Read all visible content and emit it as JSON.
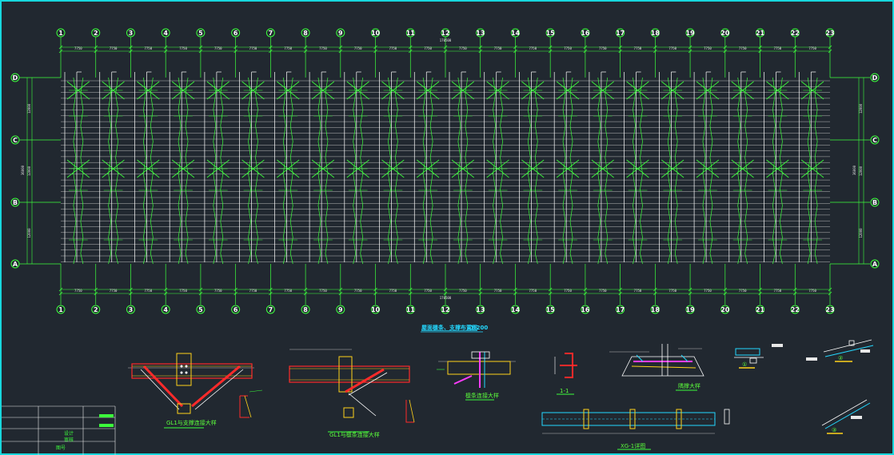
{
  "drawing": {
    "grid_columns": [
      "1",
      "2",
      "3",
      "4",
      "5",
      "6",
      "7",
      "8",
      "9",
      "10",
      "11",
      "12",
      "13",
      "14",
      "15",
      "16",
      "17",
      "18",
      "19",
      "20",
      "21",
      "22",
      "23"
    ],
    "grid_rows": [
      "D",
      "C",
      "B",
      "A"
    ],
    "bay_dimension": "7750",
    "total_length": "170500",
    "row_dimensions": [
      "12000",
      "12000",
      "12000"
    ],
    "total_width": "36000",
    "plan_title": "屋面檩条、支撑布置图",
    "plan_scale": "1:200",
    "detail_captions": [
      "GL1与支撑连接大样",
      "GL1与檩条连接大样",
      "檩条连接大样",
      "1-1",
      "隅撑大样",
      "①",
      "②",
      "XG-1详图",
      "③"
    ],
    "title_block": [
      "设计",
      "审核",
      "图号"
    ],
    "colors": {
      "background": "#212830",
      "frame": "#17d7dd",
      "grid": "#3cff3c",
      "member": "#ffffff",
      "purlin": "#b9b9b9",
      "detail_red": "#ff2a2a",
      "detail_yellow": "#ffd21a",
      "detail_magenta": "#ff3cff",
      "detail_cyan": "#24d8ff",
      "title_text": "#24d8ff"
    }
  }
}
